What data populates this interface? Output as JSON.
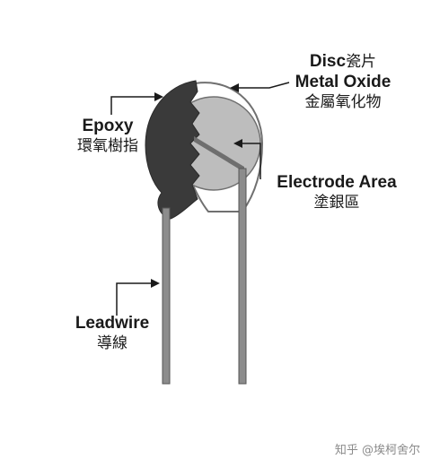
{
  "labels": {
    "disc_en": "Disc",
    "disc_zh": "瓷片",
    "metal_oxide_en": "Metal Oxide",
    "metal_oxide_zh": "金屬氧化物",
    "epoxy_en": "Epoxy",
    "epoxy_zh": "環氧樹指",
    "electrode_en": "Electrode Area",
    "electrode_zh": "塗銀區",
    "leadwire_en": "Leadwire",
    "leadwire_zh": "導線"
  },
  "watermark": "知乎 @埃柯舍尔",
  "colors": {
    "epoxy": "#3a3a3a",
    "disc": "#bdbdbd",
    "disc_outline": "#707070",
    "lead": "#8c8c8c",
    "arrow": "#1a1a1a"
  }
}
